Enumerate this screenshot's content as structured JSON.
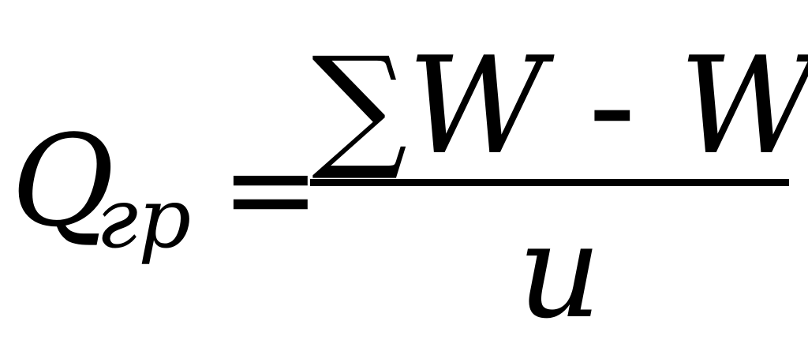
{
  "formula": {
    "lhs_symbol": "Q",
    "lhs_subscript": "гр",
    "equals": "=",
    "numerator": {
      "sum": "∑",
      "term1": "W",
      "operator": " - ",
      "term2": "W",
      "prime": "’"
    },
    "denominator": "u"
  }
}
